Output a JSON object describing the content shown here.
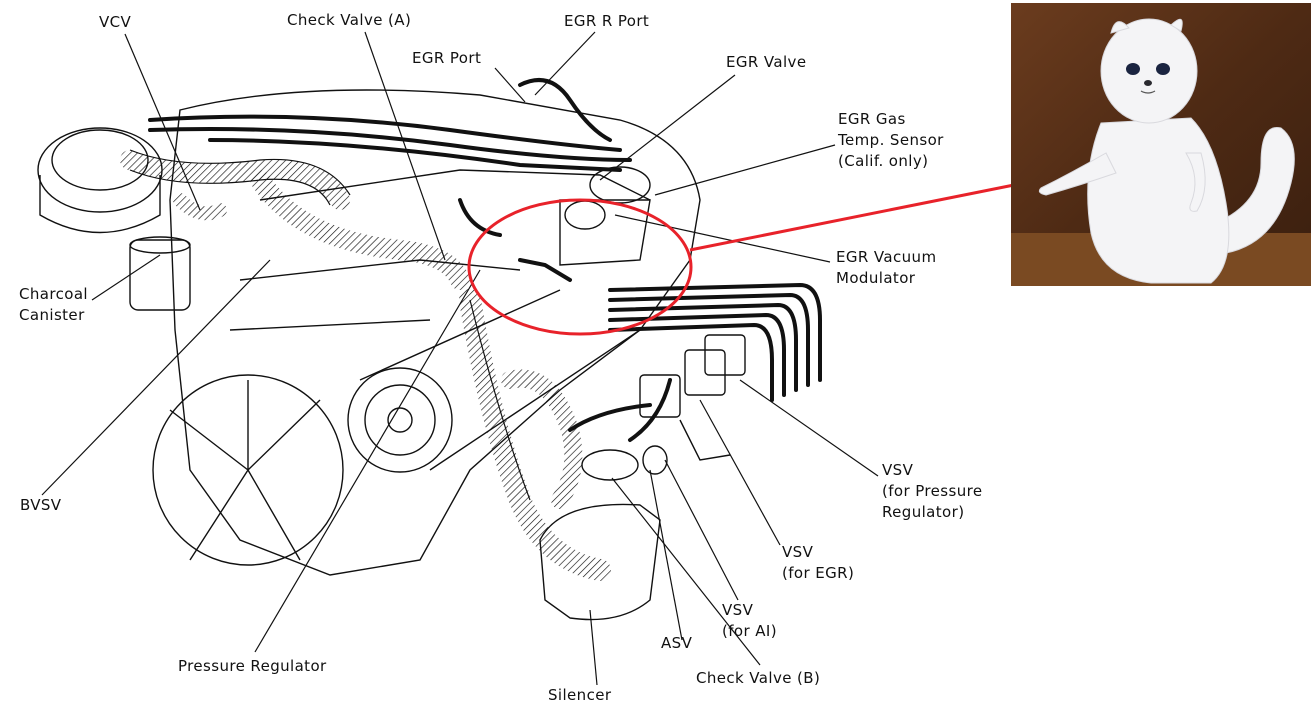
{
  "labels": {
    "vcv": "VCV",
    "check_valve_a": "Check Valve (A)",
    "egr_r_port": "EGR R Port",
    "egr_port": "EGR Port",
    "egr_valve": "EGR Valve",
    "egr_gas_temp_sensor": [
      "EGR Gas",
      "Temp. Sensor",
      "(Calif. only)"
    ],
    "egr_vacuum_modulator": [
      "EGR Vacuum",
      "Modulator"
    ],
    "charcoal_canister": [
      "Charcoal",
      "Canister"
    ],
    "bvsv": "BVSV",
    "vsv_pressure_regulator": [
      "VSV",
      "(for Pressure",
      "Regulator)"
    ],
    "vsv_egr": [
      "VSV",
      "(for EGR)"
    ],
    "vsv_ai": [
      "VSV",
      "(for AI)"
    ],
    "asv": "ASV",
    "check_valve_b": "Check Valve (B)",
    "silencer": "Silencer",
    "pressure_regulator": "Pressure Regulator"
  },
  "colors": {
    "highlight": "#e8222a",
    "line": "#111111",
    "photo_background": "#5a3218",
    "fur": "#f4f4f6"
  }
}
